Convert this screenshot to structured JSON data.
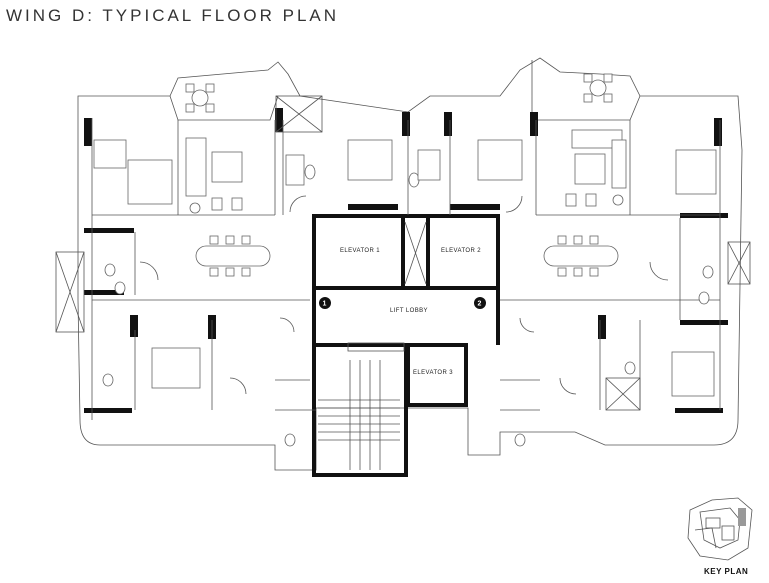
{
  "title": "WING D: TYPICAL FLOOR PLAN",
  "labels": {
    "elevator_1": "ELEVATOR 1",
    "elevator_2": "ELEVATOR 2",
    "elevator_3": "ELEVATOR 3",
    "lift_lobby": "LIFT LOBBY",
    "marker_1": "1",
    "marker_2": "2",
    "key_plan": "KEY PLAN"
  }
}
